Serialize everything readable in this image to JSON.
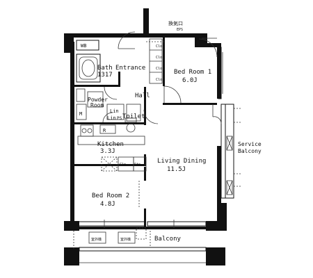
{
  "labels": {
    "top_note": "換気口",
    "top_note2": "EPS",
    "wb": "WB",
    "bath": "Bath",
    "bath_size": "1317",
    "entrance": "Entrance",
    "bedroom1": "Bed Room 1",
    "bedroom1_size": "6.0J",
    "hall": "Hall",
    "powder": "Powder",
    "powder2": "Room",
    "lin1": "Lin",
    "lin2": "Lin",
    "ps": "PS",
    "toilet": "Toilet",
    "kitchen": "Kitchen",
    "kitchen_size": "3.3J",
    "living": "Living Dining",
    "living_size": "11.5J",
    "service_balcony": "Service",
    "service_balcony2": "Balcony",
    "bedroom2": "Bed Room 2",
    "bedroom2_size": "4.8J",
    "balcony": "Balcony",
    "clo": "Clo.",
    "sto": "Sto.",
    "m": "M",
    "r": "R",
    "unit1": "室外機",
    "unit2": "室外機"
  }
}
